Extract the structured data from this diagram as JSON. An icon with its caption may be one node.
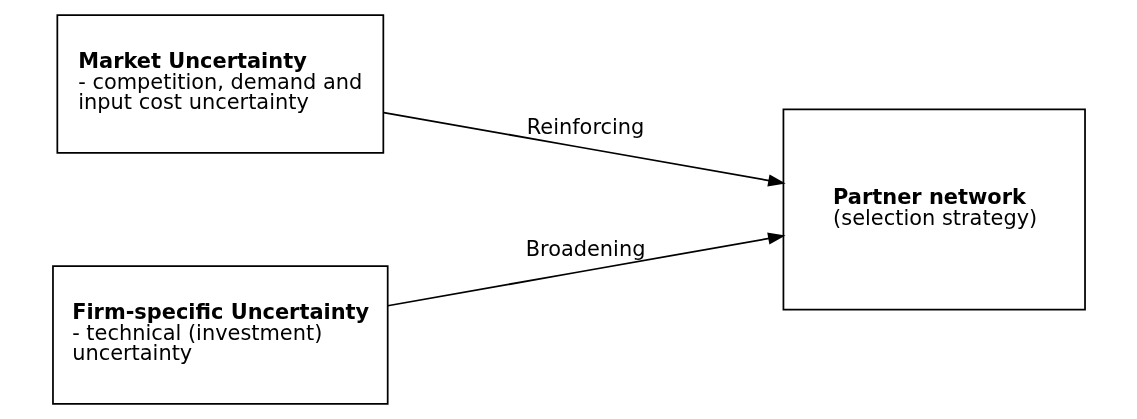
{
  "diagram": {
    "nodes": [
      {
        "text": [
          "Market Uncertainty",
          "- competition, demand and input cost uncertainty"
        ]
      },
      {
        "text": [
          "Firm-specific Uncertainty",
          "- technical (investment) uncertainty"
        ]
      },
      {
        "text": [
          "Partner network",
          "(selection strategy)"
        ]
      }
    ],
    "edges": [
      {
        "from": 0,
        "to": 2,
        "arrow": "to",
        "label": "Reinforcing"
      },
      {
        "from": 1,
        "to": 2,
        "arrow": "to",
        "label": "Broadening"
      }
    ]
  }
}
